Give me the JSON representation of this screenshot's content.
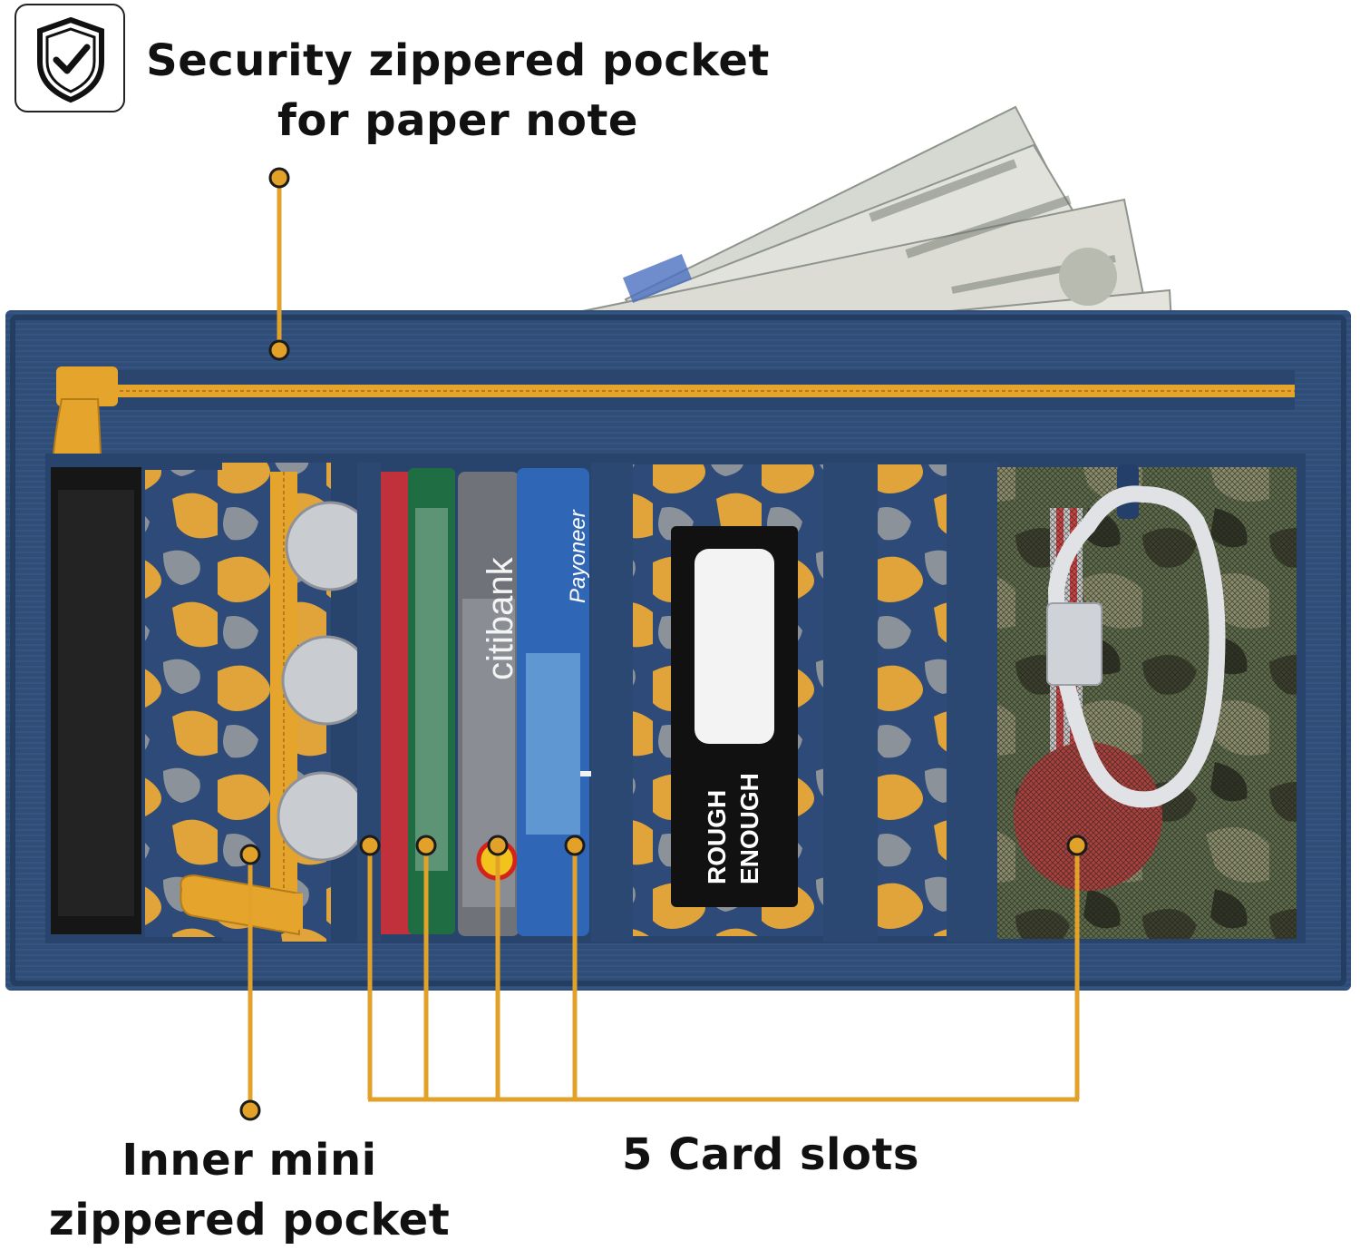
{
  "badge": {
    "icon": "shield-check-icon"
  },
  "captions": {
    "security_line1": "Security zippered pocket",
    "security_line2": "for paper note",
    "inner_line1": "Inner mini",
    "inner_line2": "zippered pocket",
    "cards": "5 Card slots"
  },
  "tag": {
    "line1": "ROUGH",
    "line2": "ENOUGH"
  },
  "cards": {
    "citi": "citibank",
    "payoneer": "Payoneer"
  },
  "colors": {
    "accent": "#e2a22a",
    "wallet_navy": "#2f4d77",
    "wallet_dark": "#233b5c",
    "zipper_yellow": "#e5a42b"
  }
}
